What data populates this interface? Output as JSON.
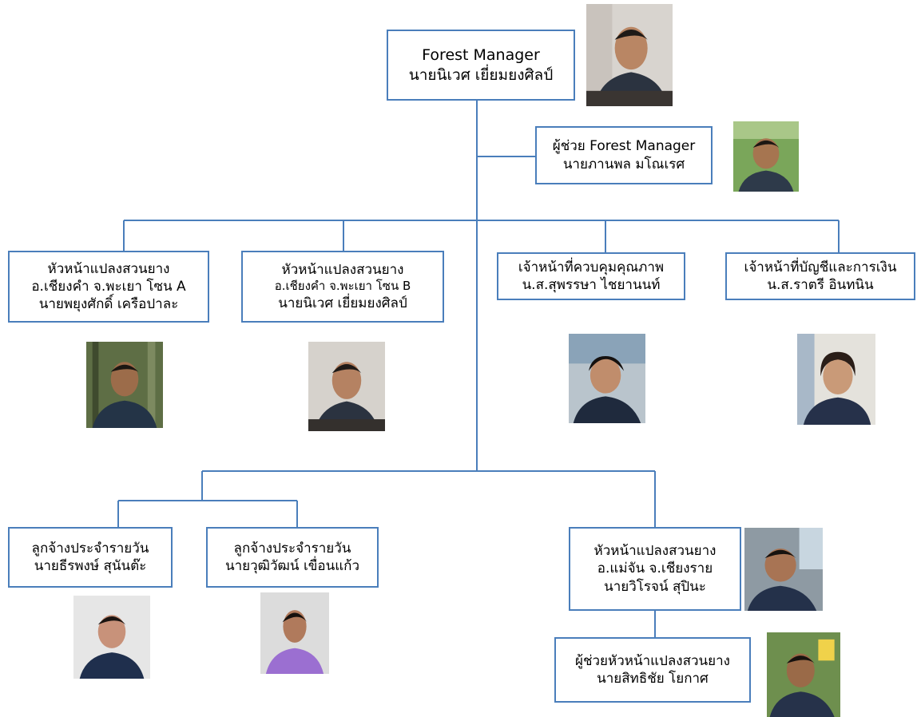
{
  "manager": {
    "title": "Forest Manager",
    "name": "นายนิเวศ เยี่ยมยงศิลป์"
  },
  "assistant_manager": {
    "title": "ผู้ช่วย Forest Manager",
    "name": "นายภานพล มโณเรศ"
  },
  "plot_head_a": {
    "title": "หัวหน้าแปลงสวนยาง",
    "location": "อ.เชียงคำ จ.พะเยา โซน A",
    "name": "นายพยุงศักดิ์ เครือปาละ"
  },
  "plot_head_b": {
    "title": "หัวหน้าแปลงสวนยาง",
    "location": "อ.เชียงคำ จ.พะเยา โซน B",
    "name": "นายนิเวศ เยี่ยมยงศิลป์"
  },
  "quality_officer": {
    "title": "เจ้าหน้าที่ควบคุมคุณภาพ",
    "name": "น.ส.สุพรรษา ไชยานนท์"
  },
  "finance_officer": {
    "title": "เจ้าหน้าที่บัญชีและการเงิน",
    "name": "น.ส.ราตรี อินทนิน"
  },
  "worker_1": {
    "title": "ลูกจ้างประจำรายวัน",
    "name": "นายธีรพงษ์ สุนันต๊ะ"
  },
  "worker_2": {
    "title": "ลูกจ้างประจำรายวัน",
    "name": "นายวุฒิวัฒน์ เขื่อนแก้ว"
  },
  "plot_head_c": {
    "title": "หัวหน้าแปลงสวนยาง",
    "location": "อ.แม่จัน จ.เชียงราย",
    "name": "นายวิโรจน์ สุปินะ"
  },
  "plot_assistant_c": {
    "title": "ผู้ช่วยหัวหน้าแปลงสวนยาง",
    "name": "นายสิทธิชัย โยกาศ"
  },
  "colors": {
    "line": "#4a7ebb",
    "border": "#4a7ebb"
  }
}
